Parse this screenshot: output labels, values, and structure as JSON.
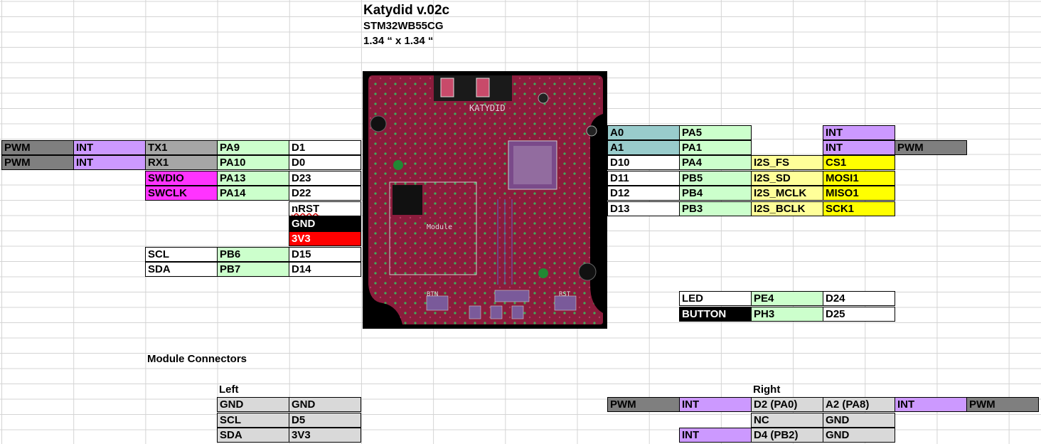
{
  "header": {
    "title": "Katydid v.02c",
    "chip": "STM32WB55CG",
    "size": "1.34 “ x 1.34 “"
  },
  "board": {
    "silk_label": "KATYDID",
    "module_label": "Module",
    "btn_label": "BTN",
    "rst_label": "RST"
  },
  "left_pins": [
    {
      "c1": "PWM",
      "c2": "INT",
      "c3": "TX1",
      "c4": "PA9",
      "c5": "D1"
    },
    {
      "c1": "PWM",
      "c2": "INT",
      "c3": "RX1",
      "c4": "PA10",
      "c5": "D0"
    },
    {
      "c3": "SWDIO",
      "c4": "PA13",
      "c5": "D23"
    },
    {
      "c3": "SWCLK",
      "c4": "PA14",
      "c5": "D22"
    },
    {
      "c5": "nRST"
    },
    {
      "c5": "GND"
    },
    {
      "c5": "3V3"
    },
    {
      "c3": "SCL",
      "c4": "PB6",
      "c5": "D15"
    },
    {
      "c3": "SDA",
      "c4": "PB7",
      "c5": "D14"
    }
  ],
  "right_pins": [
    {
      "c1": "A0",
      "c2": "PA5",
      "c4": "INT"
    },
    {
      "c1": "A1",
      "c2": "PA1",
      "c4": "INT",
      "c5": "PWM"
    },
    {
      "c1": "D10",
      "c2": "PA4",
      "c3": "I2S_FS",
      "c4": "CS1"
    },
    {
      "c1": "D11",
      "c2": "PB5",
      "c3": "I2S_SD",
      "c4": "MOSI1"
    },
    {
      "c1": "D12",
      "c2": "PB4",
      "c3": "I2S_MCLK",
      "c4": "MISO1"
    },
    {
      "c1": "D13",
      "c2": "PB3",
      "c3": "I2S_BCLK",
      "c4": "SCK1"
    }
  ],
  "io": [
    {
      "name": "LED",
      "pin": "PE4",
      "d": "D24"
    },
    {
      "name": "BUTTON",
      "pin": "PH3",
      "d": "D25"
    }
  ],
  "module": {
    "title": "Module Connectors",
    "left_label": "Left",
    "right_label": "Right",
    "left": [
      {
        "a": "GND",
        "b": "GND"
      },
      {
        "a": "SCL",
        "b": "D5"
      },
      {
        "a": "SDA",
        "b": "3V3"
      }
    ],
    "right": [
      {
        "p1": "PWM",
        "p2": "INT",
        "a": "D2 (PA0)",
        "b": "A2 (PA8)",
        "p3": "INT",
        "p4": "PWM"
      },
      {
        "a": "NC",
        "b": "GND"
      },
      {
        "p2": "INT",
        "a": "D4 (PB2)",
        "b": "GND"
      }
    ]
  }
}
